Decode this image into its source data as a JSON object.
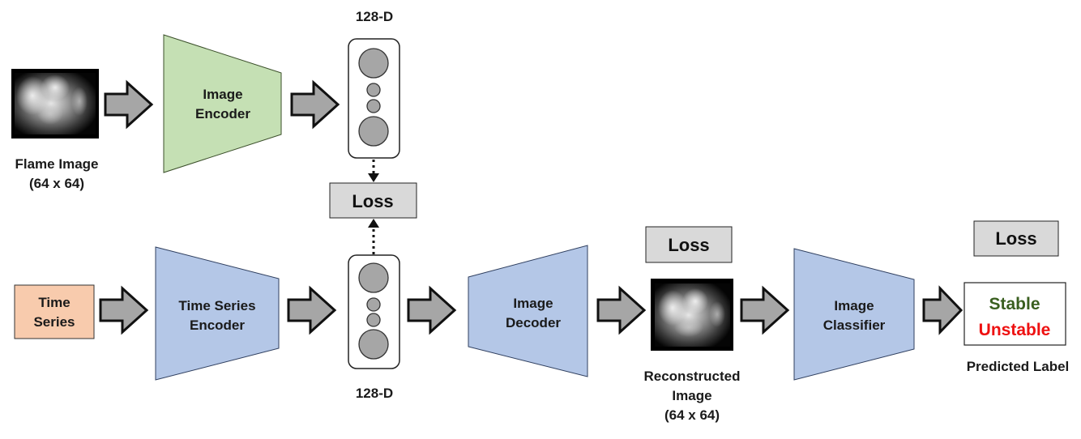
{
  "flame_image": {
    "caption_line1": "Flame Image",
    "caption_line2": "(64 x 64)"
  },
  "image_encoder": {
    "line1": "Image",
    "line2": "Encoder"
  },
  "latent_top": {
    "label": "128-D"
  },
  "latent_bottom": {
    "label": "128-D"
  },
  "loss_middle": {
    "label": "Loss"
  },
  "loss_decoder": {
    "label": "Loss"
  },
  "loss_classifier": {
    "label": "Loss"
  },
  "time_series_input": {
    "line1": "Time",
    "line2": "Series"
  },
  "time_series_encoder": {
    "line1": "Time Series",
    "line2": "Encoder"
  },
  "image_decoder": {
    "line1": "Image",
    "line2": "Decoder"
  },
  "reconstructed_image": {
    "caption_line1": "Reconstructed",
    "caption_line2": "Image",
    "caption_line3": "(64 x 64)"
  },
  "image_classifier": {
    "line1": "Image",
    "line2": "Classifier"
  },
  "predicted_label": {
    "stable": "Stable",
    "unstable": "Unstable",
    "caption": "Predicted Label"
  },
  "colors": {
    "image_encoder_fill": "#c5e0b4",
    "blue_block_fill": "#b4c7e7",
    "time_series_fill": "#f8cbad",
    "stable_text": "#3a5f20",
    "unstable_text": "#ee1111",
    "arrow_fill": "#a6a6a6",
    "loss_fill": "#d9d9d9"
  }
}
